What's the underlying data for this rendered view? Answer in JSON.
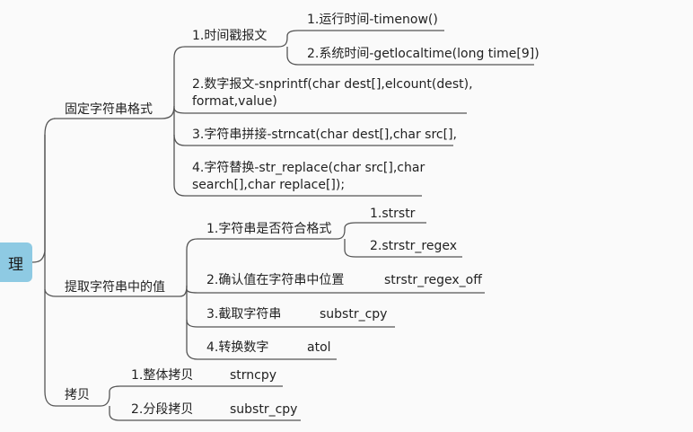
{
  "root": {
    "label": "理"
  },
  "branches": [
    {
      "label": "固定字符串格式",
      "children": [
        {
          "label": "1.时间戳报文",
          "children": [
            {
              "label": "1.运行时间-timenow()"
            },
            {
              "label": "2.系统时间-getlocaltime(long time[9])"
            }
          ]
        },
        {
          "label_line1": "2.数字报文-snprintf(char dest[],elcount(dest),",
          "label_line2": "format,value)"
        },
        {
          "label": "3.字符串拼接-strncat(char dest[],char src[],"
        },
        {
          "label_line1": "4.字符替换-str_replace(char src[],char",
          "label_line2": "search[],char replace[]);"
        }
      ]
    },
    {
      "label": "提取字符串中的值",
      "children": [
        {
          "label": "1.字符串是否符合格式",
          "children": [
            {
              "label": "1.strstr"
            },
            {
              "label": "2.strstr_regex"
            }
          ]
        },
        {
          "label": "2.确认值在字符串中位置",
          "value": "strstr_regex_off"
        },
        {
          "label": "3.截取字符串",
          "value": "substr_cpy"
        },
        {
          "label": "4.转换数字",
          "value": "atol"
        }
      ]
    },
    {
      "label": "拷贝",
      "children": [
        {
          "label": "1.整体拷贝",
          "value": "strncpy"
        },
        {
          "label": "2.分段拷贝",
          "value": "substr_cpy"
        }
      ]
    }
  ]
}
